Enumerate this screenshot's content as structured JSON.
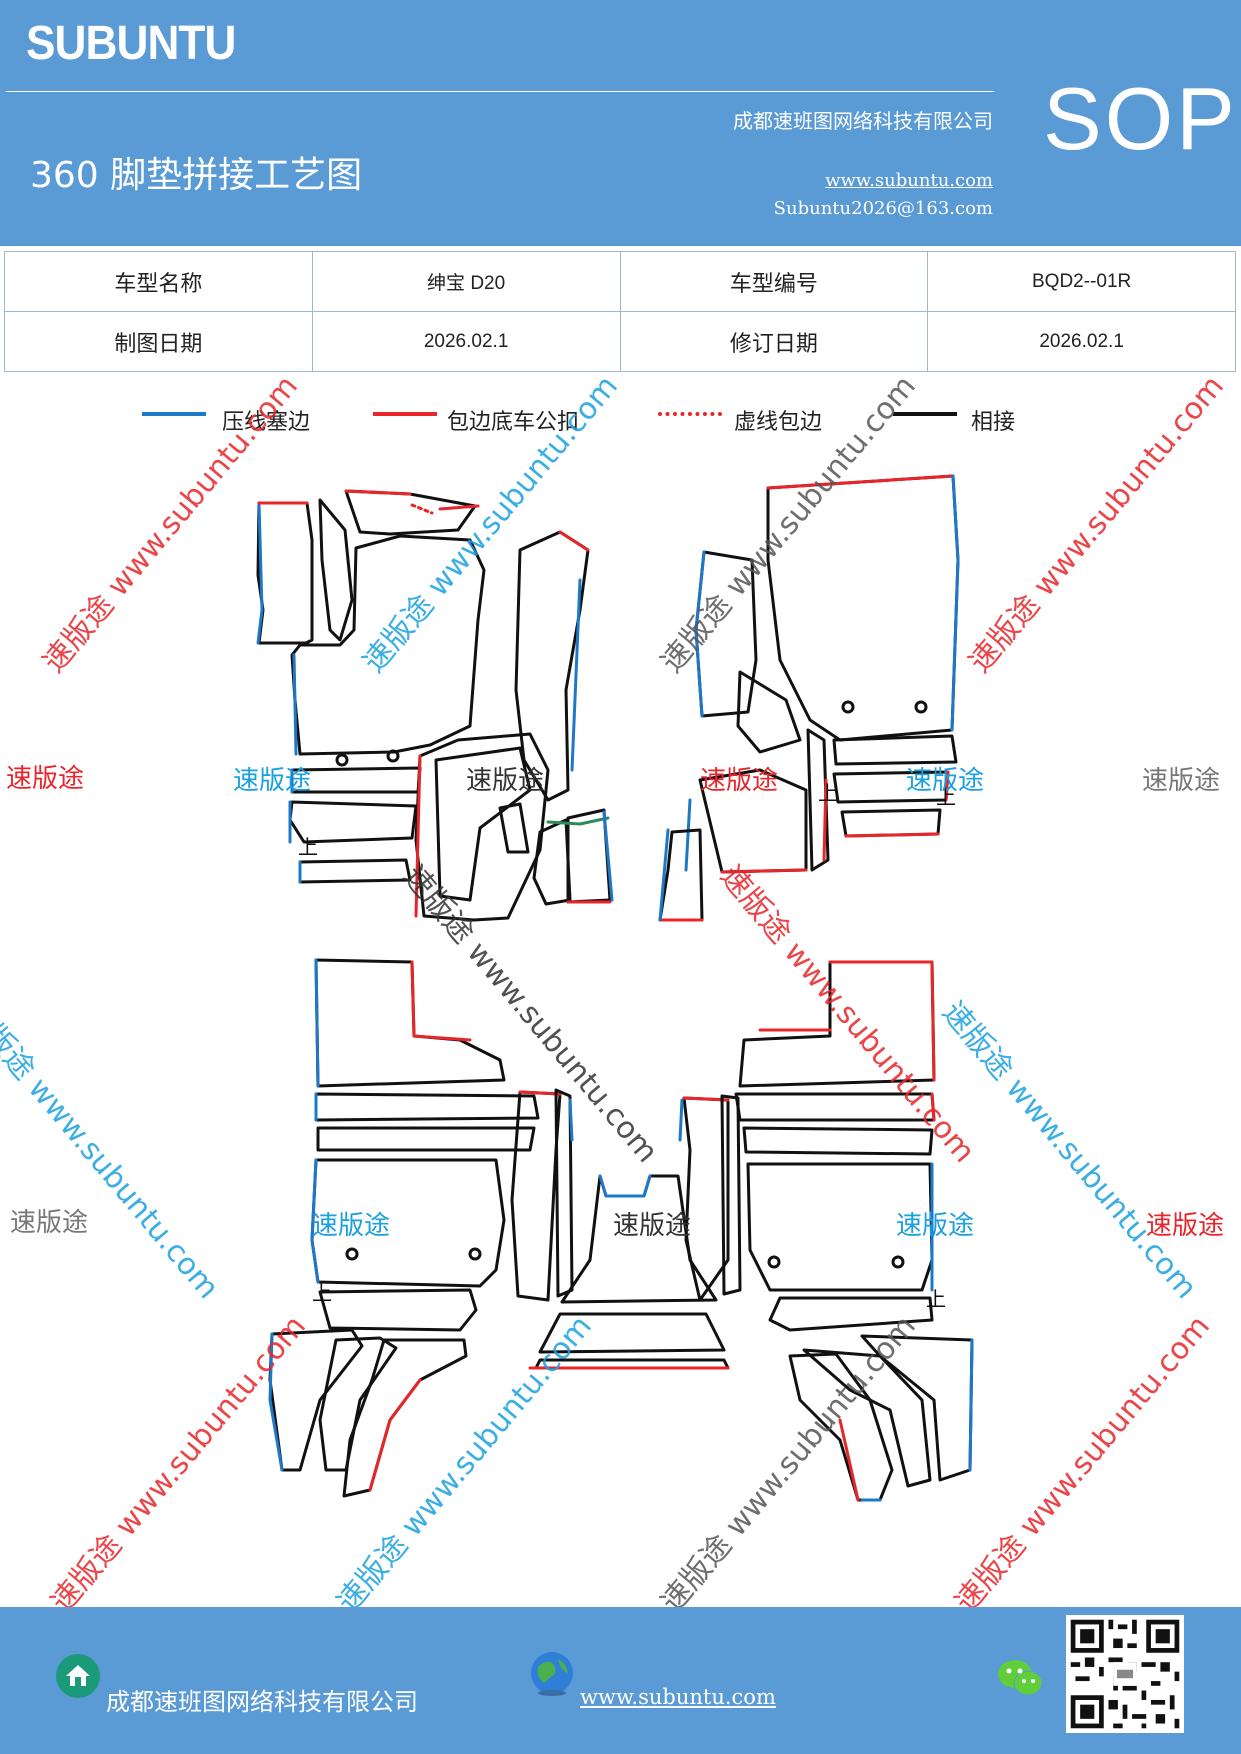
{
  "header": {
    "logo": "SUBUNTU",
    "company": "成都速班图网络科技有限公司",
    "title": "360 脚垫拼接工艺图",
    "website": "www.subuntu.com",
    "email": "Subuntu2026@163.com",
    "badge": "SOP"
  },
  "info_table": {
    "rows": [
      {
        "label1": "车型名称",
        "value1": "绅宝 D20",
        "label2": "车型编号",
        "value2": "BQD2--01R"
      },
      {
        "label1": "制图日期",
        "value1": "2026.02.1",
        "label2": "修订日期",
        "value2": "2026.02.1"
      }
    ]
  },
  "legend": [
    {
      "label": "压线塞边",
      "color": "#1f77c8",
      "style": "solid"
    },
    {
      "label": "包边底车公扣",
      "color": "#e8252a",
      "style": "solid"
    },
    {
      "label": "虚线包边",
      "color": "#e8252a",
      "style": "dotted"
    },
    {
      "label": "相接",
      "color": "#111111",
      "style": "solid"
    }
  ],
  "colors": {
    "header_bg": "#5b9bd5",
    "blue_edge": "#1f77c8",
    "red_edge": "#e8252a",
    "black_edge": "#111111",
    "green_edge": "#2e8b57",
    "wm_red": "#e8252a",
    "wm_blue": "#1aa0e0",
    "wm_gray": "#777777"
  },
  "watermarks": {
    "brand": "速版途",
    "url_diag": "速版途 www.subuntu.com",
    "url_diag_rev": "速版途 www.subuntu.com",
    "up_mark": "上"
  },
  "footer": {
    "company": "成都速班图网络科技有限公司",
    "website": "www.subuntu.com ",
    "icons": [
      "home-icon",
      "globe-icon",
      "wechat-icon",
      "qr-code"
    ]
  }
}
